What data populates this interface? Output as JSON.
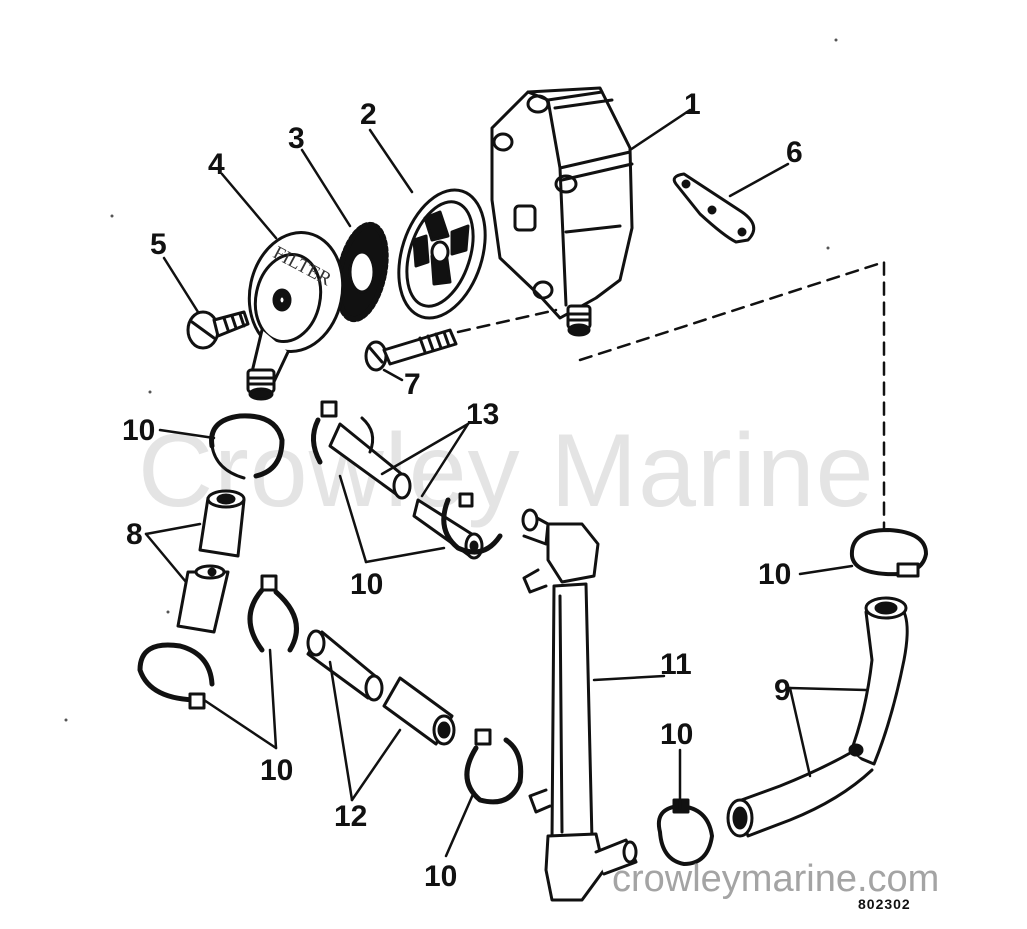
{
  "watermark": {
    "brand": "Crowley Marine",
    "url": "crowleymarine.com"
  },
  "diagram_code": "802302",
  "filter_text": "FILTER",
  "callouts": {
    "c1": "1",
    "c2": "2",
    "c3": "3",
    "c4": "4",
    "c5": "5",
    "c6": "6",
    "c7": "7",
    "c8": "8",
    "c9": "9",
    "c10a": "10",
    "c10b": "10",
    "c10c": "10",
    "c10d": "10",
    "c10e": "10",
    "c10f": "10",
    "c11": "11",
    "c12": "12",
    "c13": "13"
  }
}
